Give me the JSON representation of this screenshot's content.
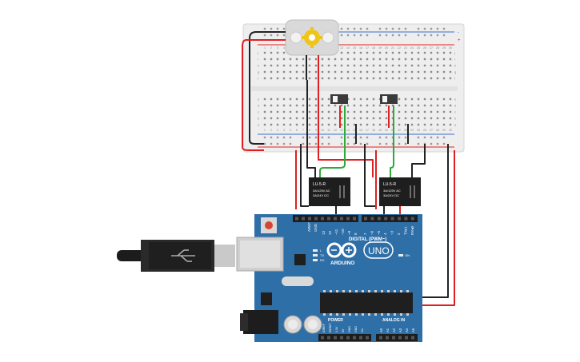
{
  "breadboard": {
    "column_numbers": [
      "1",
      "2",
      "3",
      "4",
      "5",
      "6",
      "7",
      "8",
      "9",
      "10",
      "11",
      "12",
      "13",
      "14",
      "15",
      "16",
      "17",
      "18",
      "19",
      "20",
      "21",
      "22",
      "23",
      "24",
      "25",
      "26",
      "27",
      "28",
      "29",
      "30"
    ],
    "row_letters_top": [
      "j",
      "i",
      "h",
      "g",
      "f"
    ],
    "row_letters_bottom": [
      "e",
      "d",
      "c",
      "b",
      "a"
    ],
    "rail_plus": "+",
    "rail_minus": "-"
  },
  "relays": [
    {
      "model": "LU-5-R",
      "line1": "3A/125V AC",
      "line2": "3A/24V DC"
    },
    {
      "model": "LU-5-R",
      "line1": "3A/125V AC",
      "line2": "3A/24V DC"
    }
  ],
  "arduino": {
    "logo_text": "ARDUINO",
    "model": "UNO",
    "digital_label": "DIGITAL (PWM~)",
    "analog_label": "ANALOG IN",
    "power_label": "POWER",
    "on_label": "ON",
    "l_label": "L",
    "tx_label": "TX",
    "rx_label": "RX",
    "aref_label": "AREF",
    "gnd_label": "GND",
    "digital_pins": [
      "13",
      "12",
      "~11",
      "~10",
      "~9",
      "8",
      "7",
      "~6",
      "~5",
      "4",
      "~3",
      "2",
      "TX▸1",
      "RX◂0"
    ],
    "power_pins": [
      "IOREF",
      "RESET",
      "3.3V",
      "5V",
      "GND",
      "GND",
      "Vin"
    ],
    "analog_pins": [
      "A0",
      "A1",
      "A2",
      "A3",
      "A4",
      "A5"
    ]
  },
  "colors": {
    "wire_red": "#e02020",
    "wire_black": "#222222",
    "wire_green": "#2faa3a",
    "board_blue": "#2f6fa8",
    "breadboard": "#eeeeee"
  }
}
